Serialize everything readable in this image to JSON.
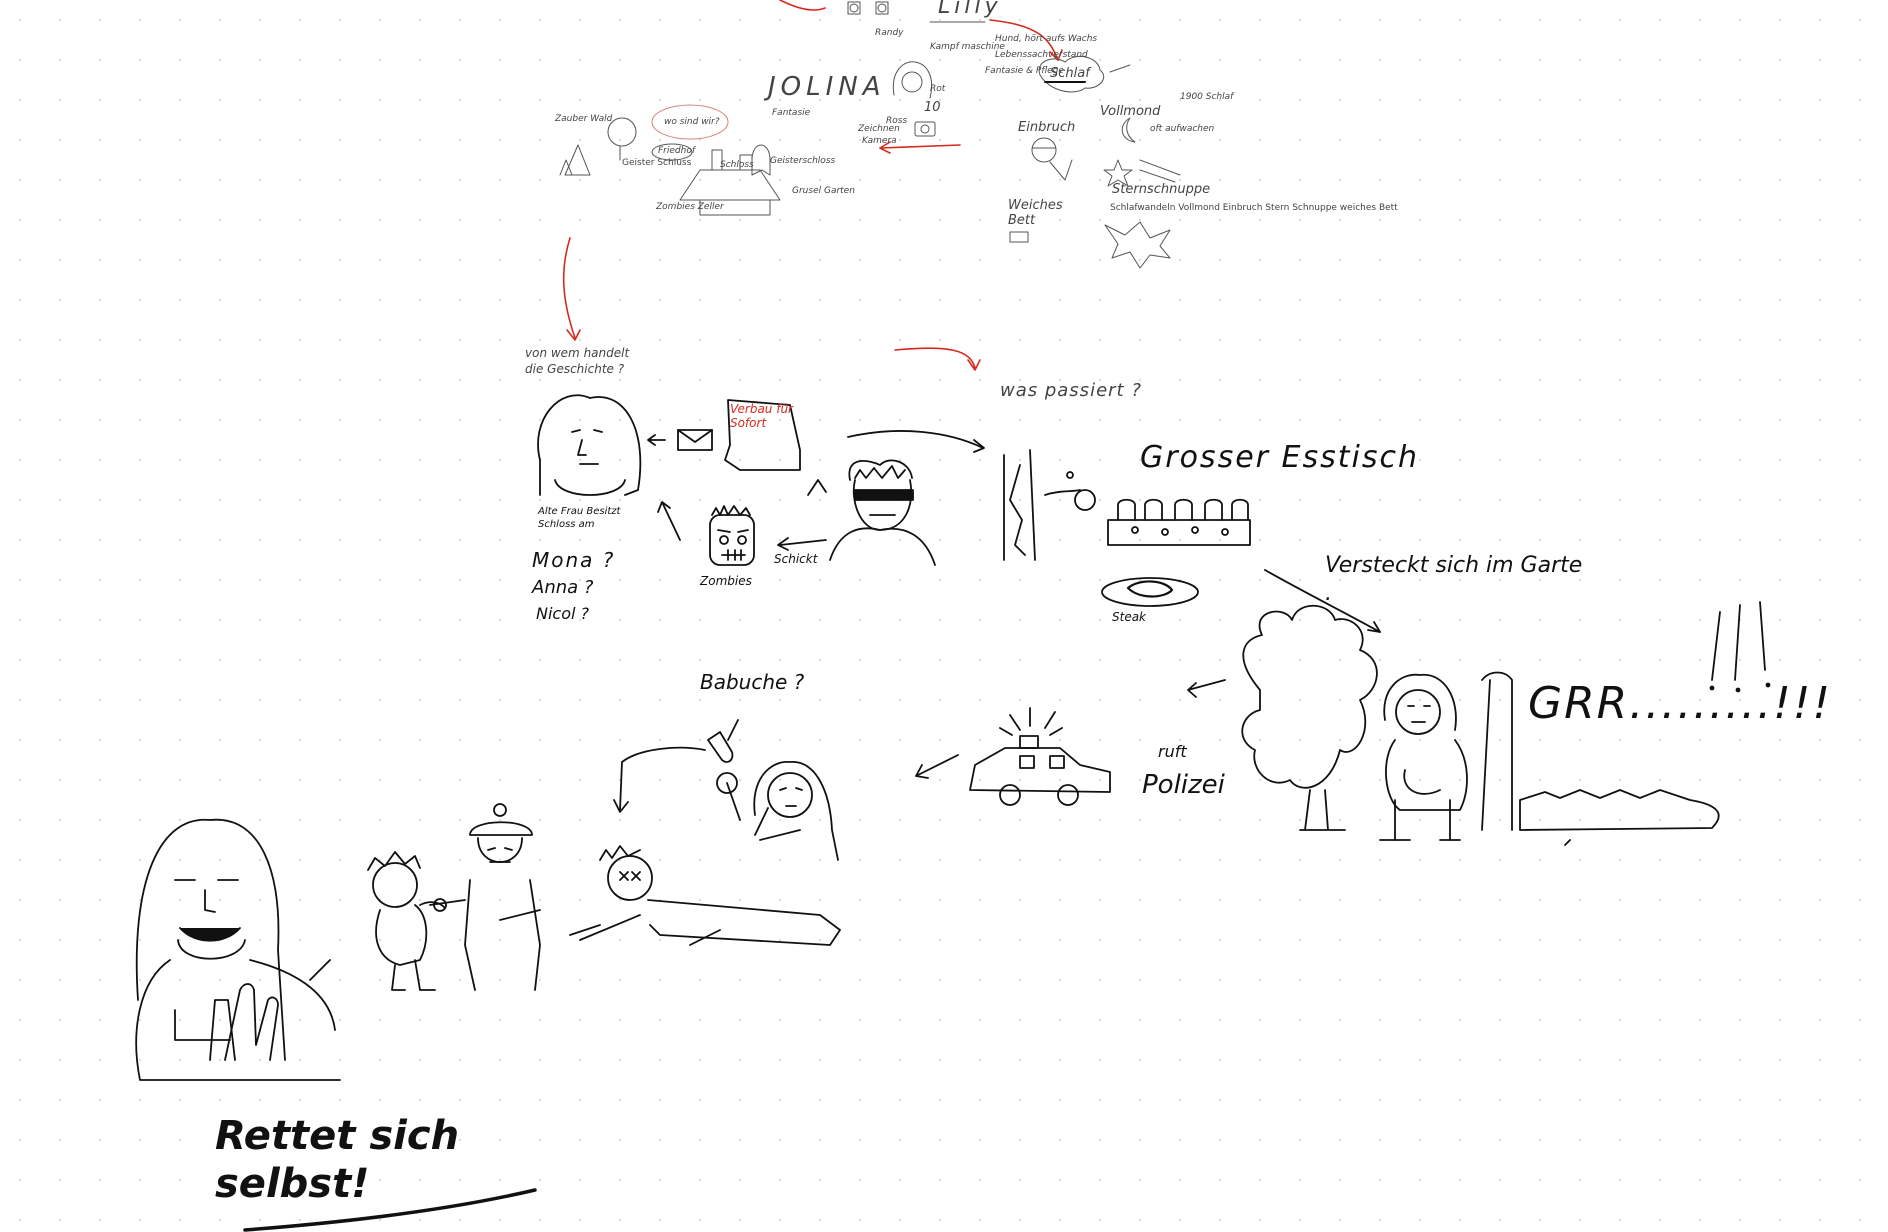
{
  "top": {
    "lilly": "Lilly",
    "lilly_notes": [
      "Hund, hört aufs Wachs",
      "Lebenssachverstand",
      "Fantasie & Pflege"
    ],
    "randy": "Randy",
    "kampf": "Kampf maschine",
    "jolina": "JOLINA",
    "jolina_notes": {
      "age": "10",
      "rot": "Rot",
      "fantasie": "Fantasie",
      "ross": "Ross",
      "zeichnen": "Zeichnen",
      "kamera": "Kamera"
    },
    "schlaf": "Schlaf",
    "wo_sind_wir": "wo sind wir?",
    "zauber_wald": "Zauber Wald",
    "geister_schluss": "Geister Schluss",
    "friedhof": "Friedhof",
    "geisterschloss": "Geisterschloss",
    "gruselgarten": "Grusel Garten",
    "schloss": "Schloss",
    "zombies_gr": "Zombies Zeller",
    "einbruch": "Einbruch",
    "vollmond": "Vollmond",
    "oft_aufwachen": "oft aufwachen",
    "schlafzeit": "1900 Schlaf",
    "sternschnuppe": "Sternschnuppe",
    "weiches_bett": "Weiches Bett",
    "summary_line": "Schlafwandeln  Vollmond  Einbruch  Stern Schnuppe  weiches Bett"
  },
  "story": {
    "question_who": "von wem handelt die Geschichte ?",
    "question_what": "was passiert ?",
    "verbau": "Verbau für Sofort",
    "alte_frau": "Alte Frau Besitzt Schloss am",
    "names": [
      "Mona ?",
      "Anna ?",
      "Nicol ?"
    ],
    "zombies": "Zombies",
    "schick": "Schickt",
    "esstisch": "Grosser Esstisch",
    "steak": "Steak",
    "versteckt": "Versteckt sich im Garte .",
    "grr": "GRR.........!!!",
    "ruft": "ruft",
    "polizei": "Polizei",
    "babuche": "Babuche ?",
    "rettet": "Rettet sich selbst!"
  },
  "colors": {
    "ink": "#111111",
    "pencil": "#444444",
    "accent": "#d62a1e",
    "grid_dot": "#d9d9d9"
  }
}
